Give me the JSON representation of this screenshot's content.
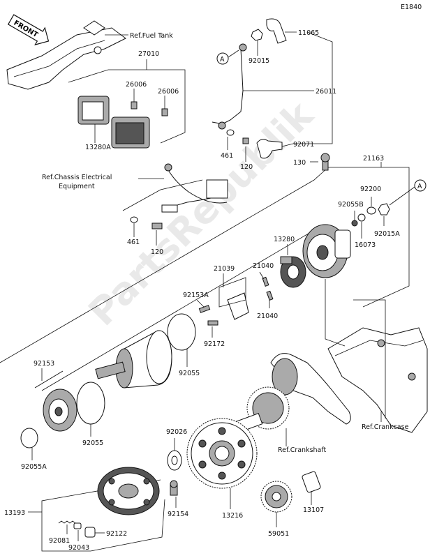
{
  "diagram_code": "E1840",
  "front_label": "FRONT",
  "watermark": "PartsRepublik",
  "refs": {
    "fuel_tank": "Ref.Fuel Tank",
    "chassis_line1": "Ref.Chassis Electrical",
    "chassis_line2": "Equipment",
    "crankcase": "Ref.Crankcase",
    "crankshaft": "Ref.Crankshaft"
  },
  "callout_a": "A",
  "parts": {
    "p27010": "27010",
    "p26006a": "26006",
    "p26006b": "26006",
    "p13280a": "13280A",
    "p11065": "11065",
    "p92015": "92015",
    "p26011": "26011",
    "p461a": "461",
    "p120a": "120",
    "p92071": "92071",
    "p130": "130",
    "p21163": "21163",
    "p92200": "92200",
    "p92055b": "92055B",
    "p92015a": "92015A",
    "p16073": "16073",
    "p13280": "13280",
    "p461b": "461",
    "p120b": "120",
    "p21039": "21039",
    "p21040a": "21040",
    "p92153a": "92153A",
    "p21040b": "21040",
    "p92172": "92172",
    "p92055a_top": "92055",
    "p92153": "92153",
    "p92055_low": "92055",
    "p92055a": "92055A",
    "p92026": "92026",
    "p13216": "13216",
    "p13107": "13107",
    "p13193": "13193",
    "p92154": "92154",
    "p92081": "92081",
    "p92122": "92122",
    "p92043": "92043",
    "p59051": "59051"
  }
}
